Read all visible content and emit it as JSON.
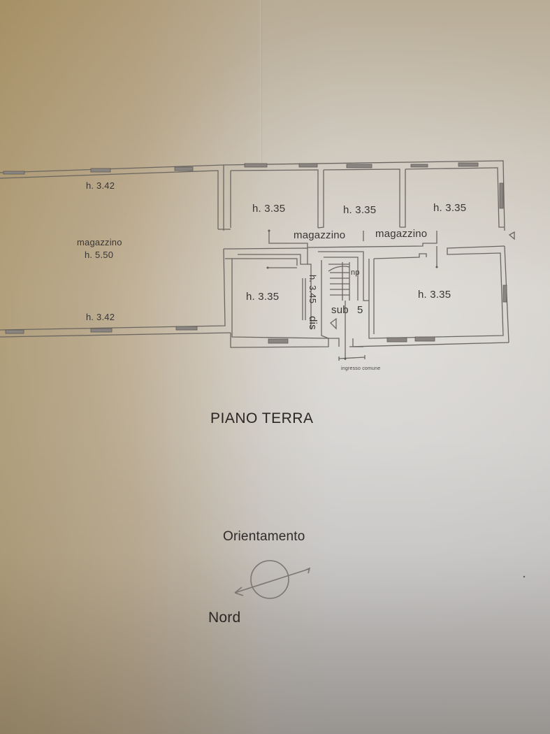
{
  "plan": {
    "title": "PIANO TERRA",
    "rooms": [
      {
        "id": "magazzino-west",
        "name": "magazzino",
        "height": "h. 5.50",
        "height_top": "h. 3.42",
        "height_bottom": "h. 3.42"
      },
      {
        "id": "room-north-1",
        "height": "h. 3.35"
      },
      {
        "id": "room-north-2",
        "height": "h. 3.35"
      },
      {
        "id": "room-north-3",
        "height": "h. 3.35"
      },
      {
        "id": "room-south-west",
        "height": "h. 3.35"
      },
      {
        "id": "room-south-east",
        "height": "h. 3.35"
      }
    ],
    "corridor_labels": [
      "magazzino",
      "magazzino"
    ],
    "dis": {
      "label": "dis",
      "height": "h. 3.45"
    },
    "stair": {
      "np_label": "np",
      "sub_label": "sub",
      "sub_number": "5"
    },
    "entrance_note": "ingresso comune",
    "colors": {
      "wall_line": "#6b6661",
      "window_fill": "#8a8580",
      "text": "#3a3633"
    }
  },
  "orientation": {
    "label": "Orientamento",
    "north_label": "Nord"
  }
}
